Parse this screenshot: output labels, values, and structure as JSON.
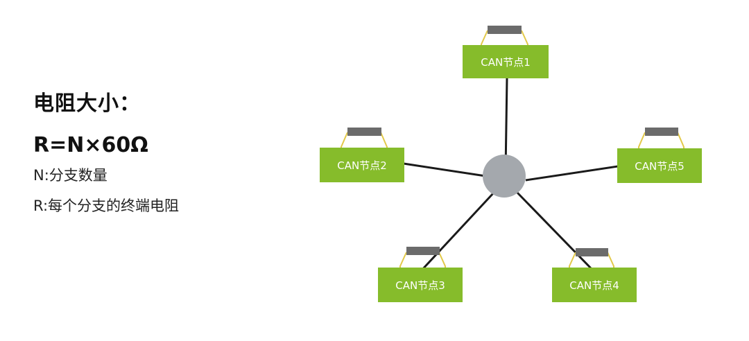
{
  "text": {
    "heading": "电阻大小：",
    "formula": "R=N×60Ω",
    "definitions": [
      "N:分支数量",
      "R:每个分支的终端电阻"
    ]
  },
  "nodes": [
    {
      "id": "node-1",
      "label": "CAN节点1"
    },
    {
      "id": "node-2",
      "label": "CAN节点2"
    },
    {
      "id": "node-3",
      "label": "CAN节点3"
    },
    {
      "id": "node-4",
      "label": "CAN节点4"
    },
    {
      "id": "node-5",
      "label": "CAN节点5"
    }
  ],
  "colors": {
    "node_fill": "#86bc2b",
    "hub_fill": "#a4a8ad",
    "resistor_fill": "#6b6b6b",
    "lead_color": "#e2c94a",
    "wire_color": "#1a1a1a"
  }
}
